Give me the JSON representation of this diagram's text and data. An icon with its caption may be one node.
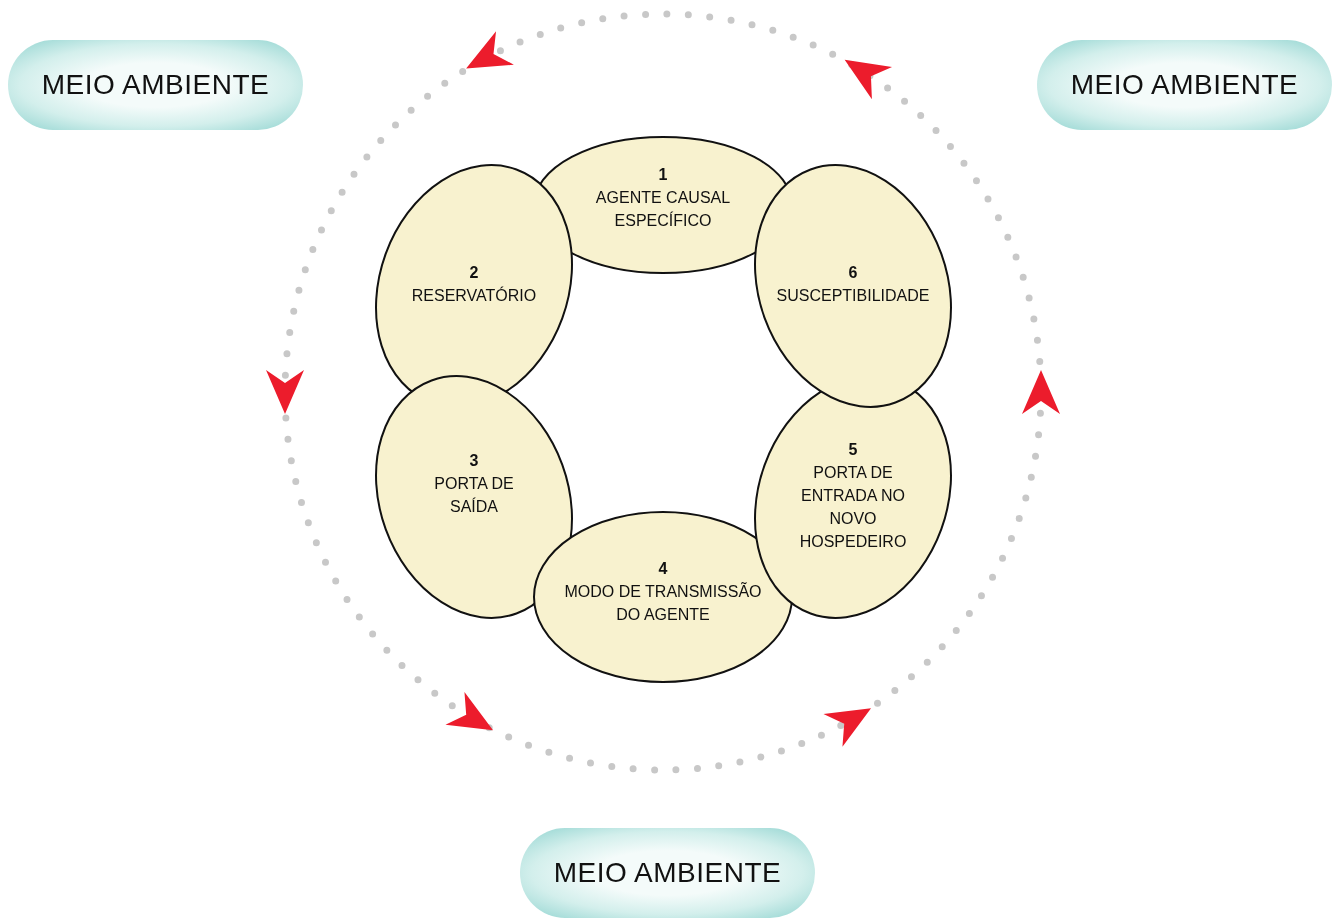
{
  "diagram": {
    "nodes": [
      {
        "text": [
          "1",
          "AGENTE CAUSAL ESPECÍFICO"
        ]
      },
      {
        "text": [
          "2",
          "RESERVATÓRIO"
        ]
      },
      {
        "text": [
          "3",
          "PORTA DE SAÍDA"
        ]
      },
      {
        "text": [
          "4",
          "MODO DE TRANSMISSÃO DO AGENTE"
        ]
      },
      {
        "text": [
          "5",
          "PORTA DE ENTRADA NO NOVO HOSPEDEIRO"
        ]
      },
      {
        "text": [
          "6",
          "SUSCEPTIBILIDADE"
        ]
      },
      {
        "text": [
          "MEIO AMBIENTE"
        ]
      },
      {
        "text": [
          "MEIO AMBIENTE"
        ]
      },
      {
        "text": [
          "MEIO AMBIENTE"
        ]
      }
    ]
  }
}
